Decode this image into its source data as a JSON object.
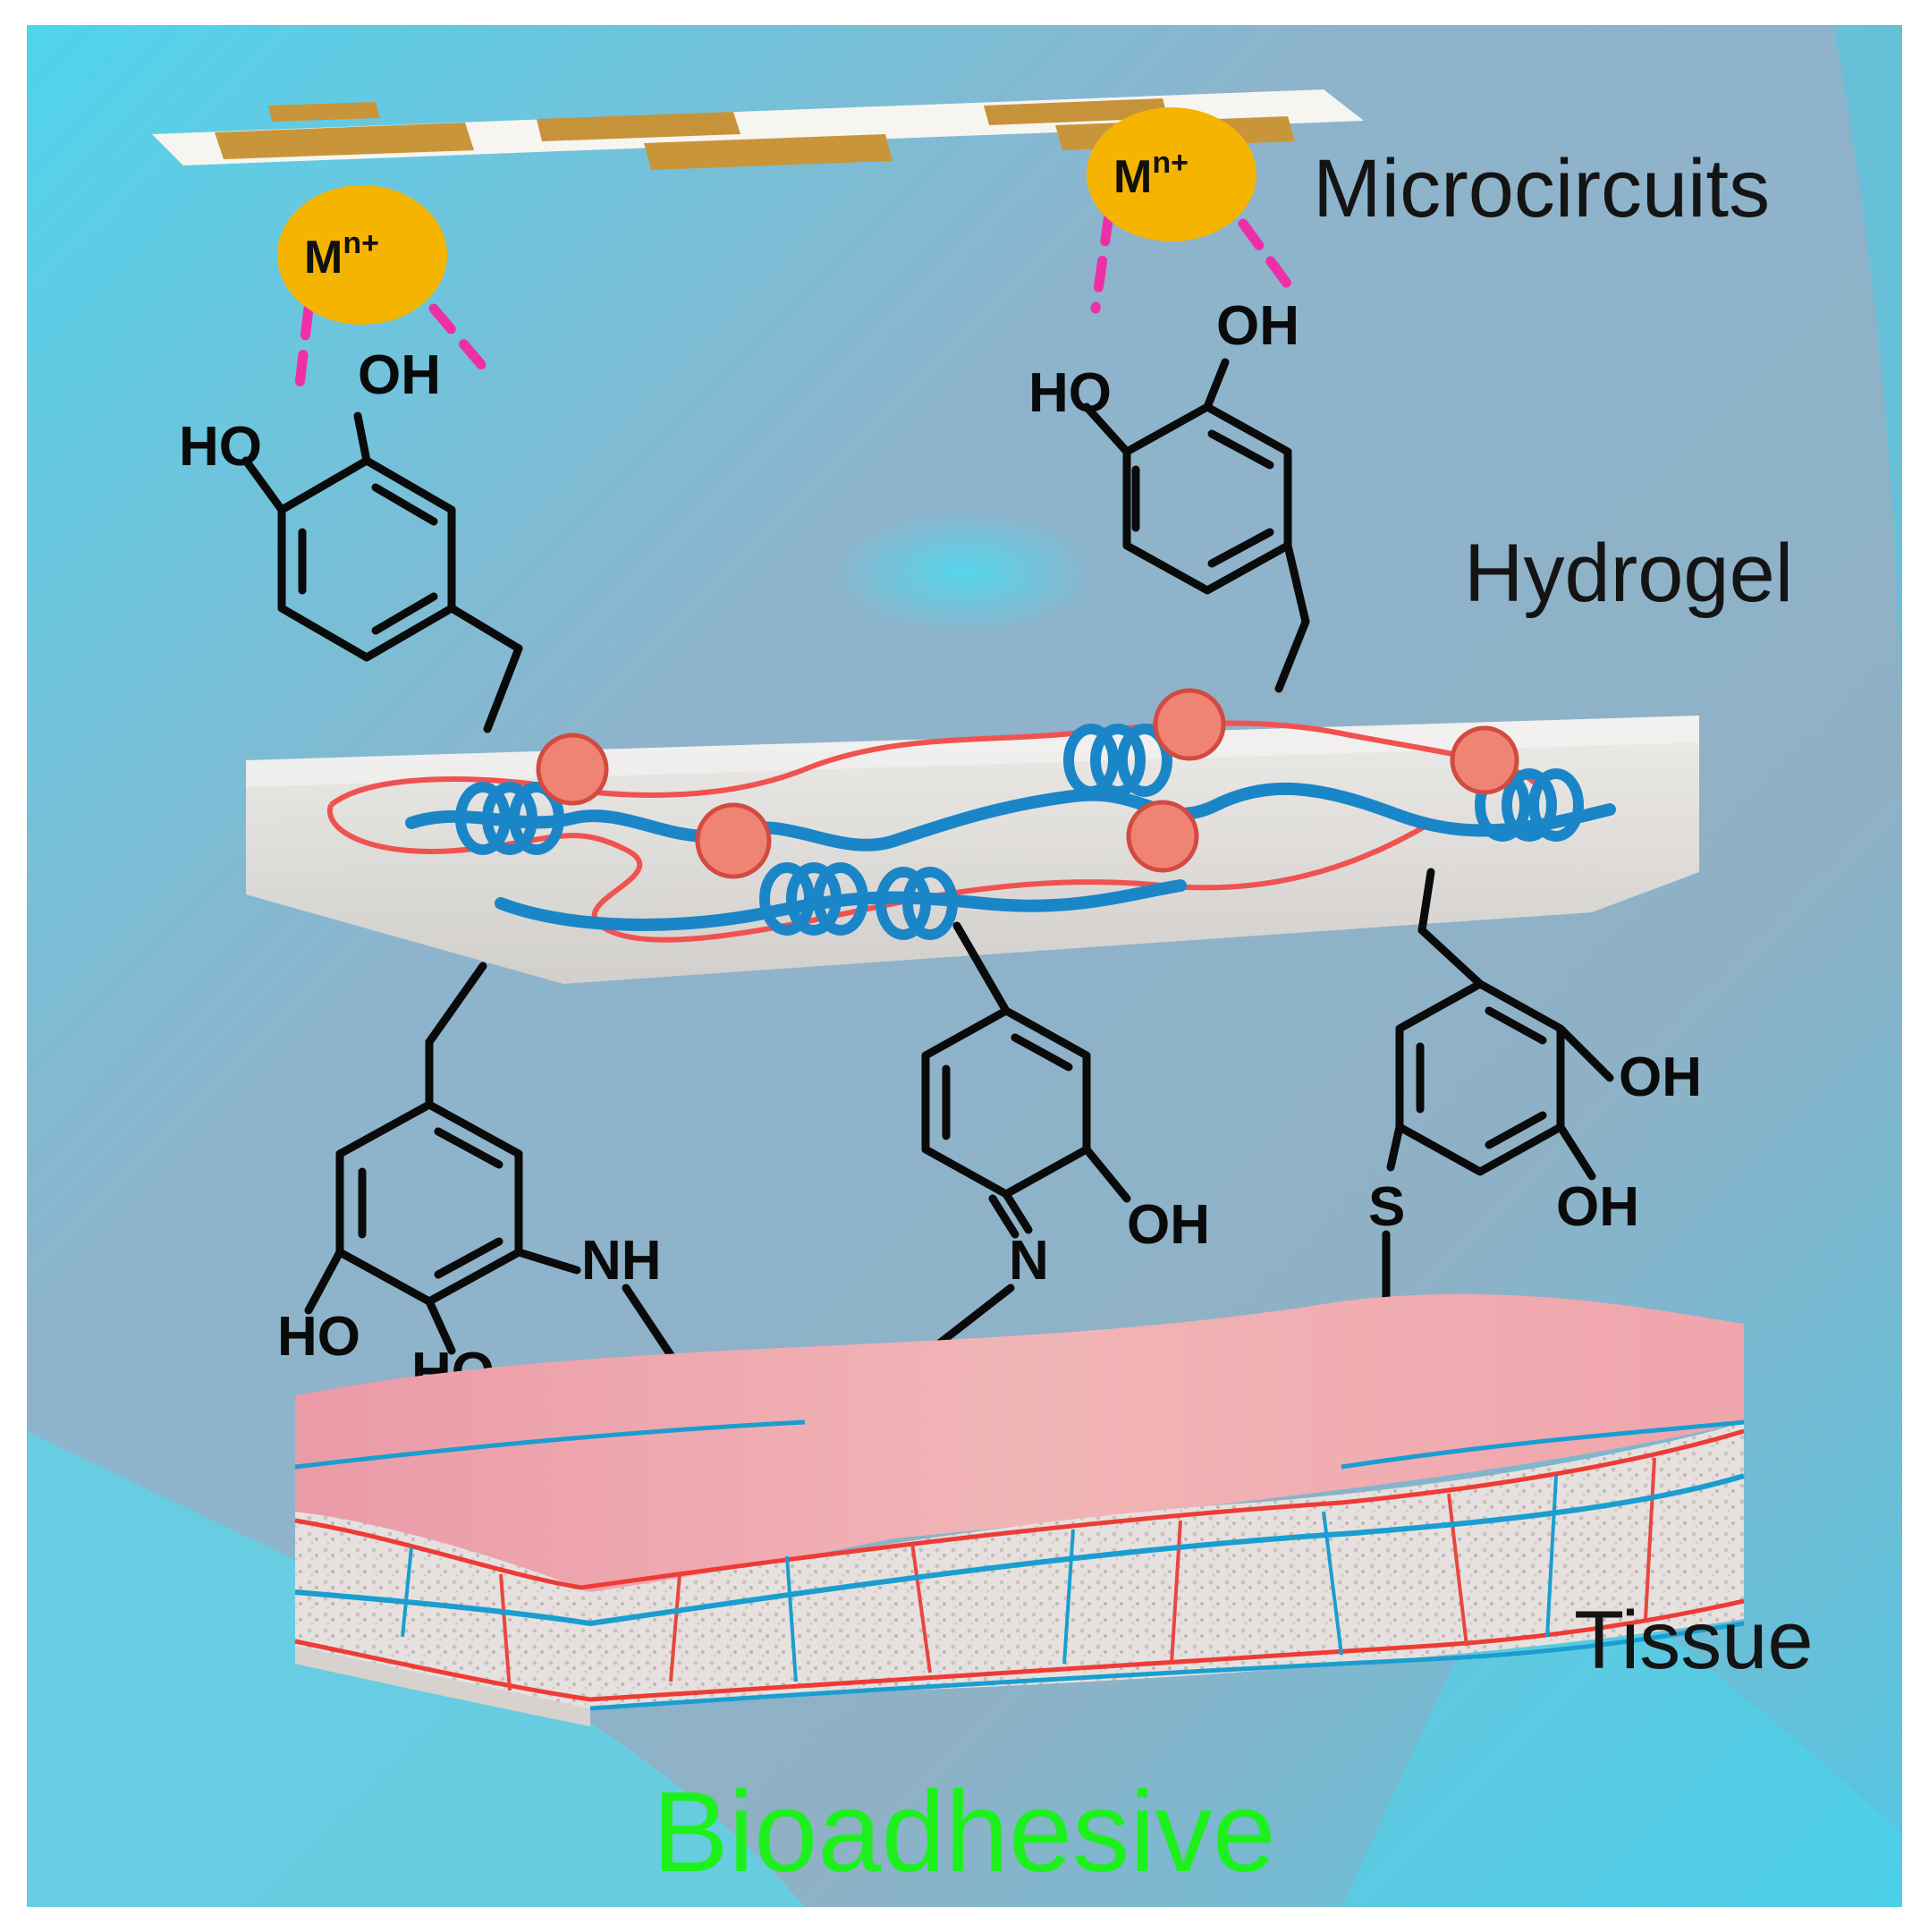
{
  "labels": {
    "microcircuits": "Microcircuits",
    "hydrogel": "Hydrogel",
    "tissue": "Tissue",
    "bioadhesive": "Bioadhesive"
  },
  "metal_ion": {
    "base": "M",
    "charge": "n+"
  },
  "groups": {
    "hydroxyl_left": "HO",
    "hydroxyl_right": "OH",
    "amine": "NH",
    "imine": "N",
    "thioether": "S"
  },
  "colors": {
    "background_cyan": "#3fd6ef",
    "background_blue": "#86aec7",
    "metal_ion": "#f5b400",
    "coordination_bond": "#ee2fa8",
    "hydrogel_red_chain": "#f0524f",
    "hydrogel_blue_chain": "#1a86c8",
    "tissue_pink": "#eaa1aa",
    "title_green": "#1ef01e",
    "circuit_gold": "#c9953a"
  },
  "icons": [
    "metal-ion-badge",
    "catechol-ring",
    "hydrogel-slab",
    "tissue-block",
    "microcircuit-strip"
  ]
}
